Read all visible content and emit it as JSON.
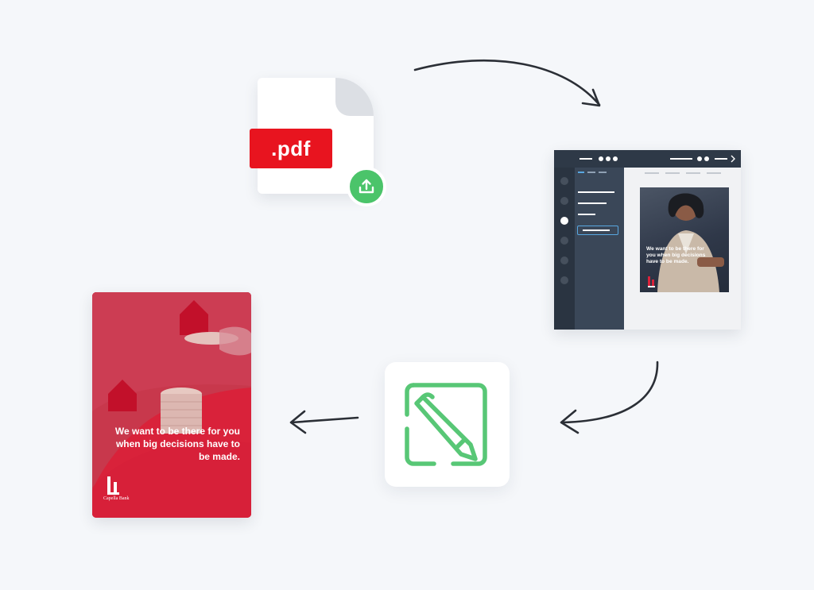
{
  "pdf": {
    "badge_text": ".pdf",
    "icon": "upload-icon",
    "badge_color": "#e8141f",
    "upload_color": "#4bc46a"
  },
  "editor": {
    "doc_text": "We want to be there for you when big decisions have to be made."
  },
  "edit": {
    "icon": "pencil-square-icon",
    "color": "#58c776"
  },
  "poster": {
    "text": "We want to be there for you when big decisions have to be made.",
    "logo_text": "Capella Bank",
    "color": "#d9223a"
  },
  "arrows": {
    "color": "#2b2f36"
  }
}
